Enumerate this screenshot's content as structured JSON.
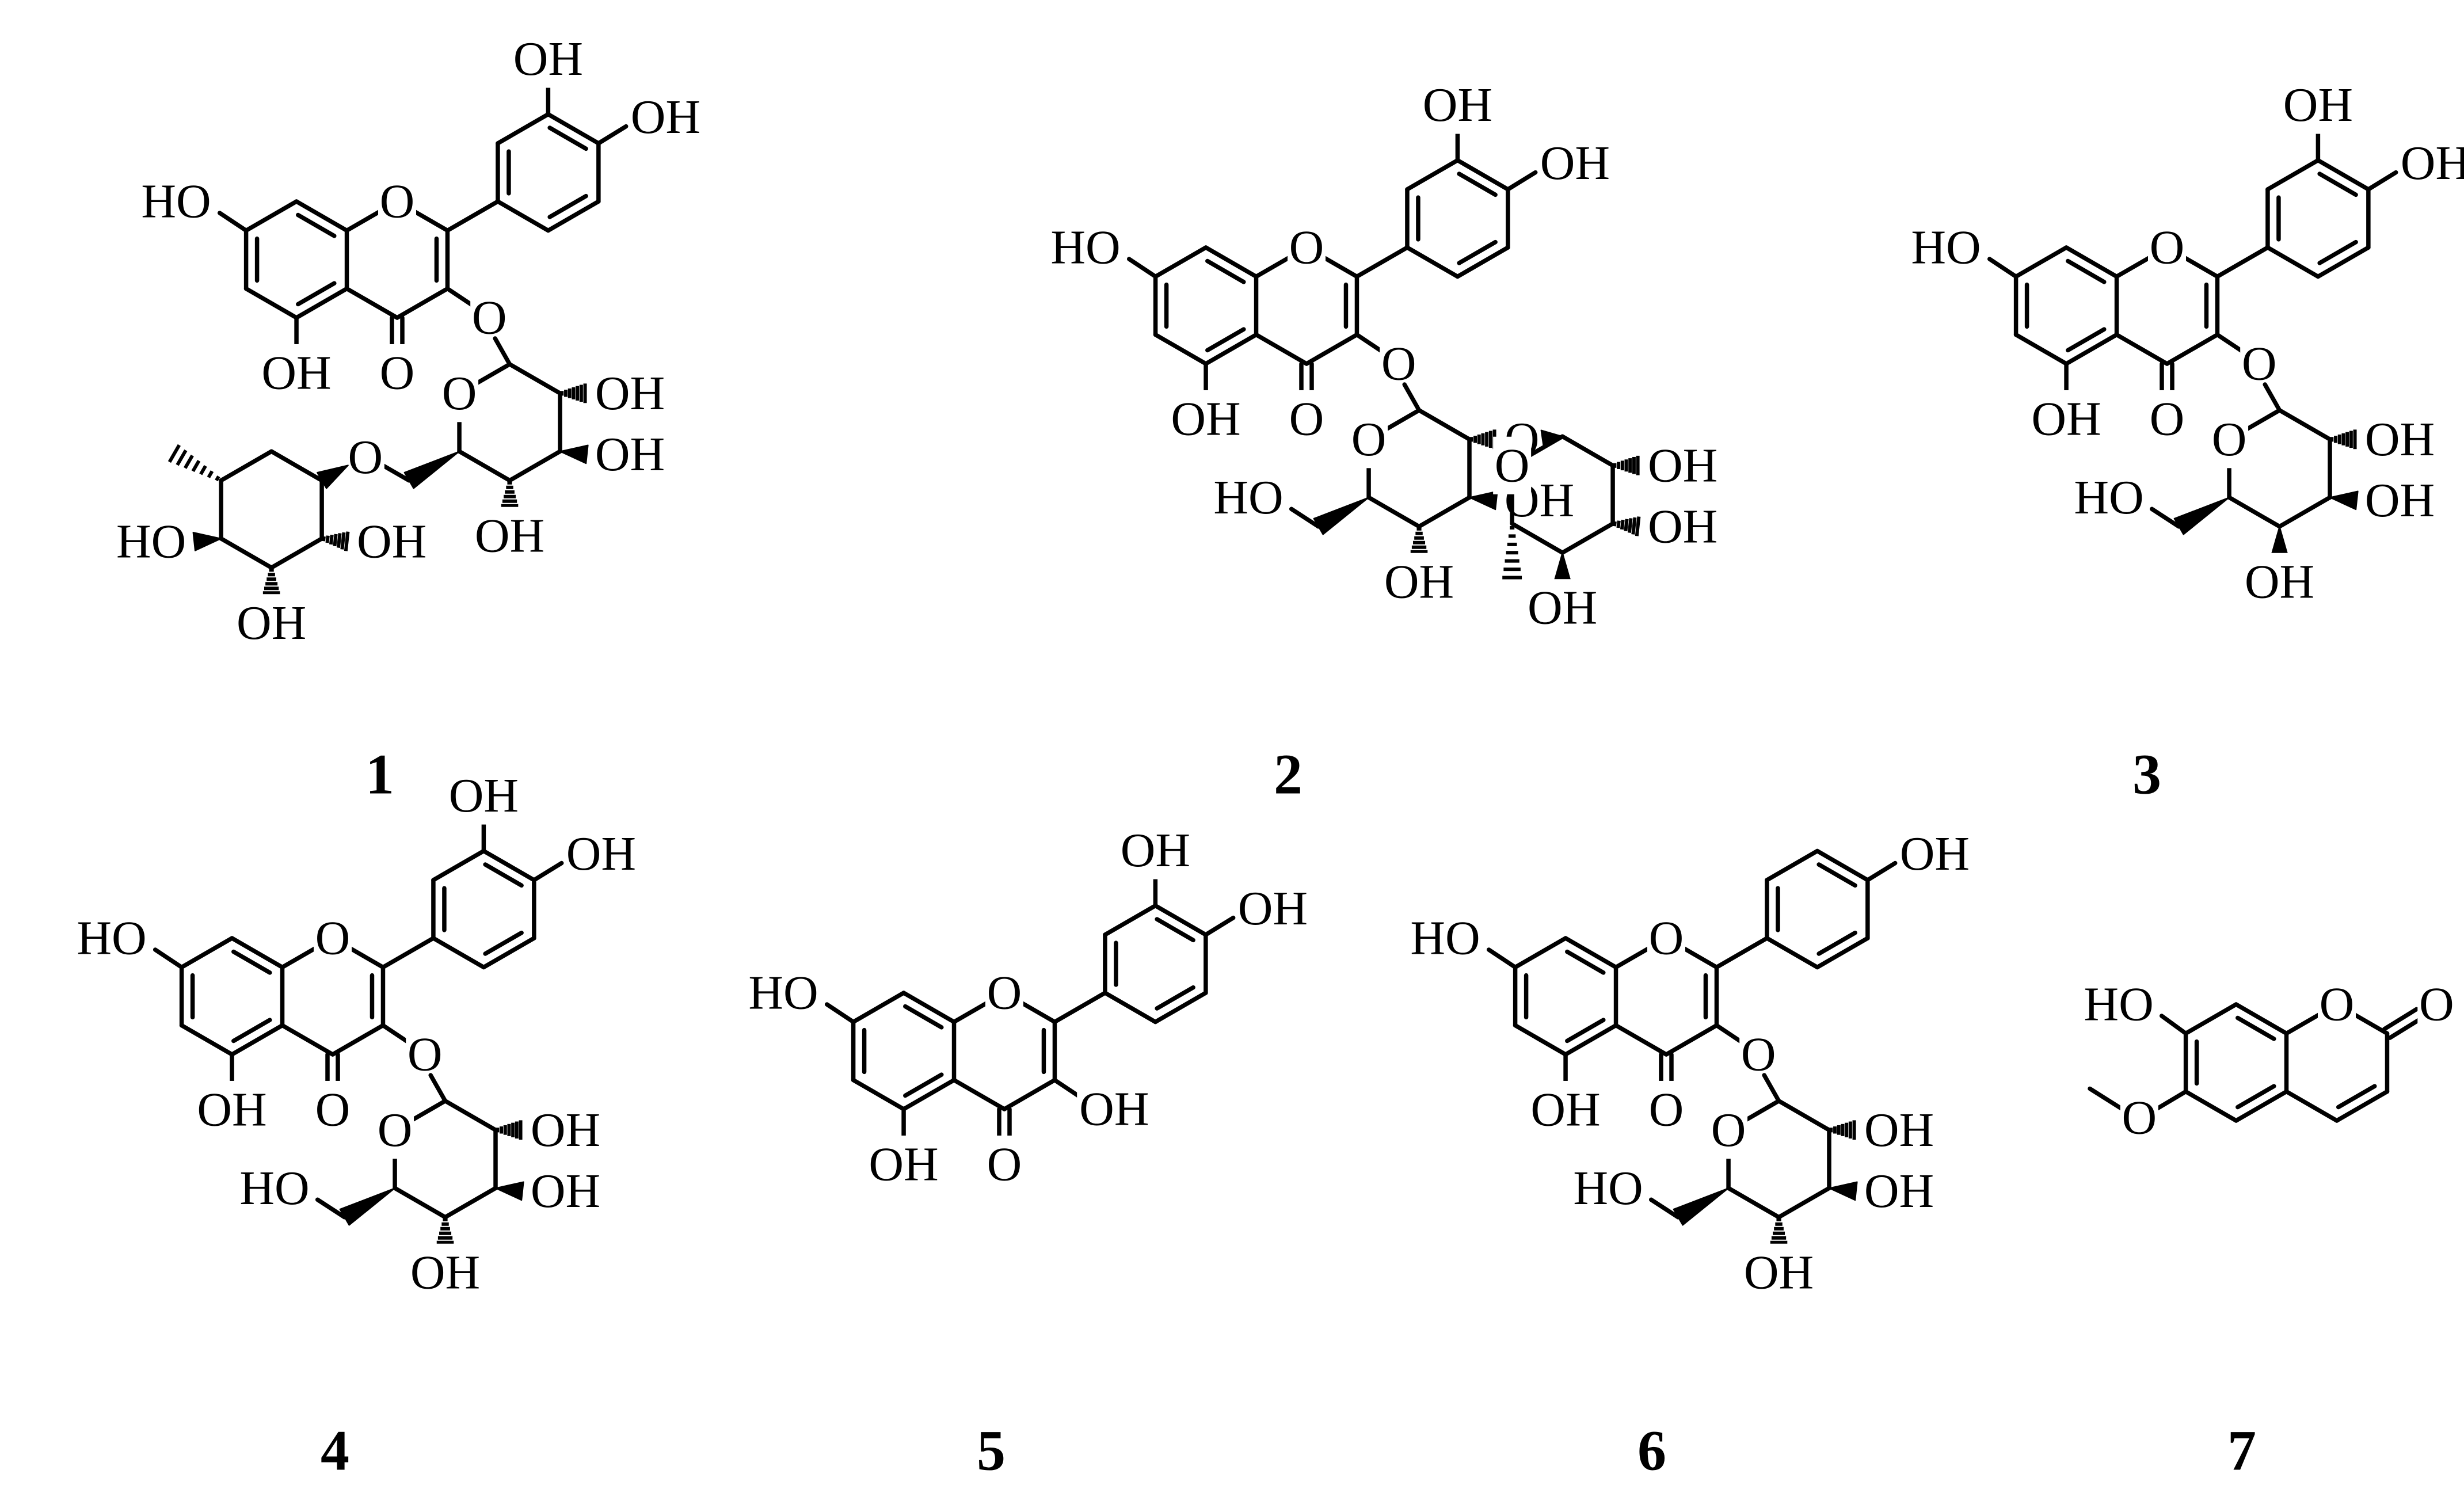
{
  "atom_labels": {
    "O": "O",
    "OH": "OH",
    "HO": "HO"
  },
  "compounds": [
    {
      "label": "1"
    },
    {
      "label": "2"
    },
    {
      "label": "3"
    },
    {
      "label": "4"
    },
    {
      "label": "5"
    },
    {
      "label": "6"
    },
    {
      "label": "7"
    }
  ]
}
